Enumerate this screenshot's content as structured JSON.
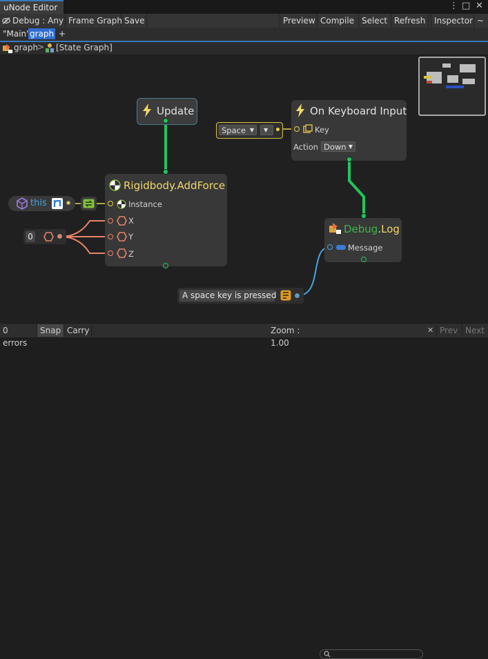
{
  "window": {
    "title": "uNode Editor",
    "menu_glyph": "⋮",
    "maximize_glyph": "□",
    "close_glyph": "✕"
  },
  "toolbar": {
    "debug_label": "Debug : Any",
    "frame_graph_label": "Frame Graph",
    "save_label": "Save",
    "preview_label": "Preview",
    "compile_label": "Compile",
    "select_label": "Select",
    "refresh_label": "Refresh",
    "inspector_label": "Inspector",
    "overflow_label": "~"
  },
  "graph_tabs": {
    "main_label": "\"Main\"",
    "graph_label": "graph",
    "add_label": "+"
  },
  "breadcrumb": {
    "root": "graph",
    "separator": ">",
    "current": "[State Graph]"
  },
  "nodes": {
    "update": {
      "title": "Update"
    },
    "on_keyboard_input": {
      "title": "On Keyboard Input",
      "key_label": "Key",
      "action_label": "Action",
      "action_value": "Down",
      "key_value": "Space"
    },
    "add_force": {
      "title": "Rigidbody.AddForce",
      "instance_label": "Instance",
      "x_label": "X",
      "y_label": "Y",
      "z_label": "Z"
    },
    "this_node": {
      "label": "this"
    },
    "zero_node": {
      "value": "0"
    },
    "debug_log": {
      "title_class": "Debug",
      "title_sep": ".",
      "title_method": "Log",
      "message_label": "Message"
    },
    "string_node": {
      "value": "A space key is pressed"
    }
  },
  "status": {
    "errors": "0 errors",
    "snap": "Snap",
    "carry": "Carry",
    "zoom": "Zoom : 1.00",
    "search_placeholder": "",
    "clear_glyph": "✕",
    "prev": "Prev",
    "next": "Next"
  },
  "colors": {
    "flow_wire": "#21c55d",
    "number_wire": "#e8846b",
    "string_wire": "#4aa3df",
    "accent_blue": "#3a79bb",
    "title_yellow": "#f2d86a",
    "node_bg": "#383838"
  }
}
